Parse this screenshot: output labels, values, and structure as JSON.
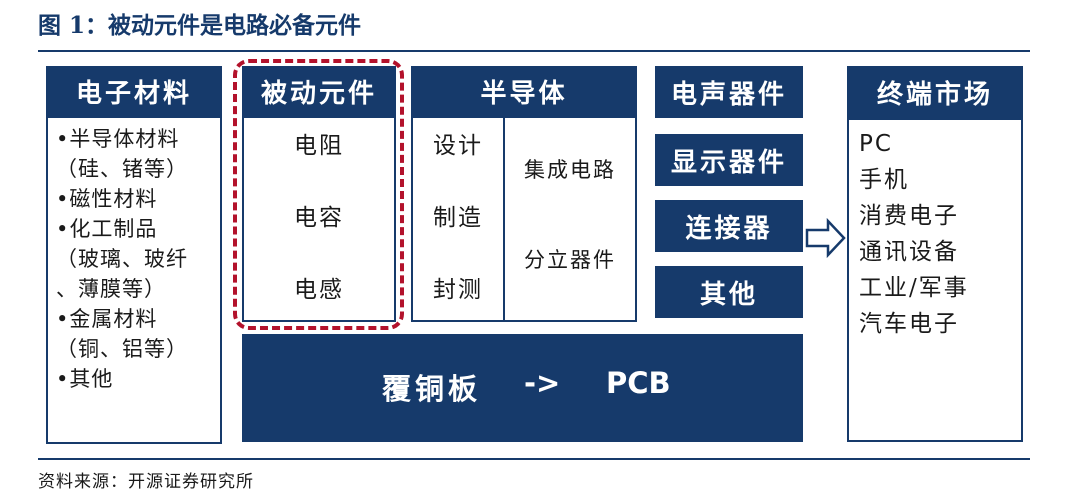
{
  "figure_title": "图 1：被动元件是电路必备元件",
  "source": "资料来源：开源证券研究所",
  "electronic_materials": {
    "header": "电子材料",
    "items": [
      "•半导体材料",
      "（硅、锗等）",
      "•磁性材料",
      "•化工制品",
      "（玻璃、玻纤",
      "、薄膜等）",
      "•金属材料",
      "（铜、铝等）",
      "•其他"
    ]
  },
  "passive_components": {
    "header": "被动元件",
    "items": [
      "电阻",
      "电容",
      "电感"
    ]
  },
  "semiconductor": {
    "header": "半导体",
    "stages": [
      "设计",
      "制造",
      "封测"
    ],
    "products": [
      "集成电路",
      "分立器件"
    ]
  },
  "other_components": [
    "电声器件",
    "显示器件",
    "连接器",
    "其他"
  ],
  "terminal_market": {
    "header": "终端市场",
    "items": [
      "PC",
      "手机",
      "消费电子",
      "通讯设备",
      "工业/军事",
      "汽车电子"
    ]
  },
  "ccl_bar": {
    "left": "覆铜板",
    "arrow": "->",
    "right": "PCB"
  },
  "colors": {
    "navy": "#163a6b",
    "highlight": "#b3122b"
  }
}
